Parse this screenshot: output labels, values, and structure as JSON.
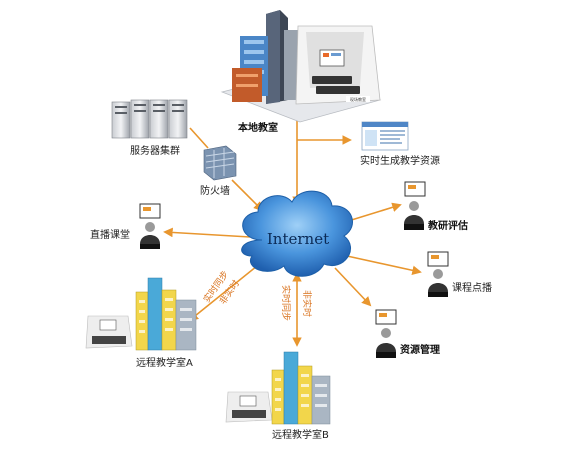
{
  "center": {
    "label": "Internet"
  },
  "nodes": {
    "local_classroom": "本地教室",
    "classroom_sign": "现场教室",
    "server_cluster": "服务器集群",
    "firewall": "防火墙",
    "realtime_resources": "实时生成教学资源",
    "research_eval": "教研评估",
    "live_class": "直播课堂",
    "course_vod": "课程点播",
    "resource_mgmt": "资源管理",
    "remote_a": "远程教学室A",
    "remote_b": "远程教学室B"
  },
  "link_labels": {
    "a_sync": "实时同步",
    "a_async": "非实时",
    "b_sync": "实时同步",
    "b_async": "非实时"
  },
  "colors": {
    "arrow": "#e8962e",
    "cloud_fill": "#2f7fd0",
    "cloud_light": "#7dbcf0",
    "building_blue": "#4aa9d8",
    "building_yellow": "#f2d64b",
    "label_orange": "#d9731f"
  }
}
